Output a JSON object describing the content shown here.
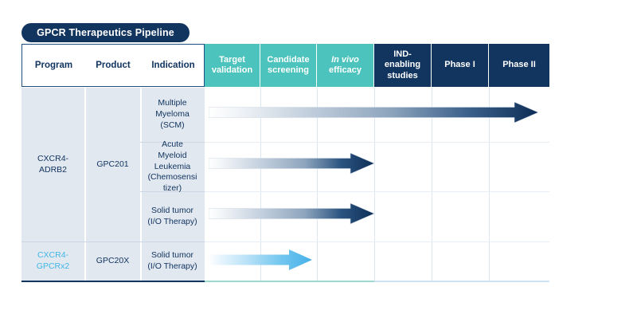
{
  "title": "GPCR Therapeutics Pipeline",
  "left_headers": [
    {
      "key": "program",
      "label": "Program"
    },
    {
      "key": "product",
      "label": "Product"
    },
    {
      "key": "indication",
      "label": "Indication"
    }
  ],
  "phase_headers": [
    {
      "label_line1": "Target",
      "label_line2": "validation",
      "style": "teal",
      "italic_first": false
    },
    {
      "label_line1": "Candidate",
      "label_line2": "screening",
      "style": "teal",
      "italic_first": false
    },
    {
      "label_line1": "In vivo",
      "label_line2": "efficacy",
      "style": "teal",
      "italic_first": true
    },
    {
      "label_line1": "IND-",
      "label_line2": "enabling",
      "label_line3": "studies",
      "style": "navy",
      "italic_first": false
    },
    {
      "label_line1": "Phase I",
      "label_line2": "",
      "style": "navy",
      "italic_first": false
    },
    {
      "label_line1": "Phase II",
      "label_line2": "",
      "style": "navy",
      "italic_first": false
    }
  ],
  "programs": [
    {
      "name": "CXCR4-ADRB2",
      "name_line1": "CXCR4-",
      "name_line2": "ADRB2",
      "color": "#123560"
    },
    {
      "name": "CXCR4-GPCRx2",
      "name_line1": "CXCR4-",
      "name_line2": "GPCRx2",
      "color": "#41b6e6"
    }
  ],
  "products": [
    {
      "label": "GPC201"
    },
    {
      "label": "GPC20X"
    }
  ],
  "rows": [
    {
      "indication_lines": [
        "Multiple",
        "Myeloma",
        "(SCM)"
      ],
      "program": "CXCR4-ADRB2",
      "product": "GPC201",
      "progress_through": "Phase II",
      "arrow_color": "navy"
    },
    {
      "indication_lines": [
        "Acute",
        "Myeloid",
        "Leukemia",
        "(Chemosensi",
        "tizer)"
      ],
      "program": "CXCR4-ADRB2",
      "product": "GPC201",
      "progress_through": "In vivo efficacy",
      "arrow_color": "navy"
    },
    {
      "indication_lines": [
        "Solid tumor",
        "(I/O Therapy)"
      ],
      "program": "CXCR4-ADRB2",
      "product": "GPC201",
      "progress_through": "In vivo efficacy",
      "arrow_color": "navy"
    },
    {
      "indication_lines": [
        "Solid tumor",
        "(I/O Therapy)"
      ],
      "program": "CXCR4-GPCRx2",
      "product": "GPC20X",
      "progress_through": "Candidate screening",
      "arrow_color": "lightblue"
    }
  ],
  "colors": {
    "navy": "#123560",
    "teal": "#4cc3bd",
    "light_blue": "#41b6e6",
    "left_panel_bg": "#e2e8f0",
    "grid": "#dbe7f2"
  },
  "chart_data": {
    "type": "table",
    "title": "GPCR Therapeutics Pipeline",
    "columns": [
      "Program",
      "Product",
      "Indication",
      "Target validation",
      "Candidate screening",
      "In vivo efficacy",
      "IND-enabling studies",
      "Phase I",
      "Phase II"
    ],
    "stage_order": [
      "Target validation",
      "Candidate screening",
      "In vivo efficacy",
      "IND-enabling studies",
      "Phase I",
      "Phase II"
    ],
    "rows": [
      {
        "Program": "CXCR4-ADRB2",
        "Product": "GPC201",
        "Indication": "Multiple Myeloma (SCM)",
        "stage_reached": "Phase II",
        "stages_completed": 6
      },
      {
        "Program": "CXCR4-ADRB2",
        "Product": "GPC201",
        "Indication": "Acute Myeloid Leukemia (Chemosensitizer)",
        "stage_reached": "In vivo efficacy",
        "stages_completed": 3
      },
      {
        "Program": "CXCR4-ADRB2",
        "Product": "GPC201",
        "Indication": "Solid tumor (I/O Therapy)",
        "stage_reached": "In vivo efficacy",
        "stages_completed": 3
      },
      {
        "Program": "CXCR4-GPCRx2",
        "Product": "GPC20X",
        "Indication": "Solid tumor (I/O Therapy)",
        "stage_reached": "Candidate screening",
        "stages_completed": 2
      }
    ],
    "xlabel": "",
    "ylabel": "",
    "grid": true,
    "legend": "none"
  }
}
